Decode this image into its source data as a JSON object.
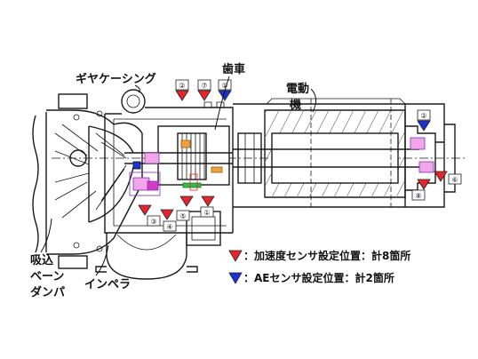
{
  "diagram": {
    "labels": {
      "gear_casing": "ギヤケーシング",
      "gear": "歯車",
      "motor": [
        "電動",
        "機"
      ],
      "inlet_vane_damper": [
        "吸込",
        "ベーン",
        "ダンパ"
      ],
      "impeller": "インペラ"
    },
    "sensors": {
      "acceleration": [
        "①",
        "②",
        "③",
        "④",
        "⑤",
        "⑥",
        "⑦",
        "⑧"
      ],
      "ae": [
        "①",
        "②"
      ]
    }
  },
  "legend": [
    {
      "icon": "red-triangle",
      "text": "：加速度センサ設定位置：計8箇所"
    },
    {
      "icon": "blue-triangle",
      "text": "：AEセンサ設定位置：計2箇所"
    }
  ],
  "colors": {
    "acceleration_sensor": "#e5262b",
    "ae_sensor": "#1f30d4",
    "bearing_pink": "#f2a6e8",
    "bearing_magenta": "#d23cc4",
    "gear_green": "#2fbf45",
    "gear_orange": "#f0a040",
    "seal_blue": "#2035d0",
    "line": "#1a1a1a"
  }
}
